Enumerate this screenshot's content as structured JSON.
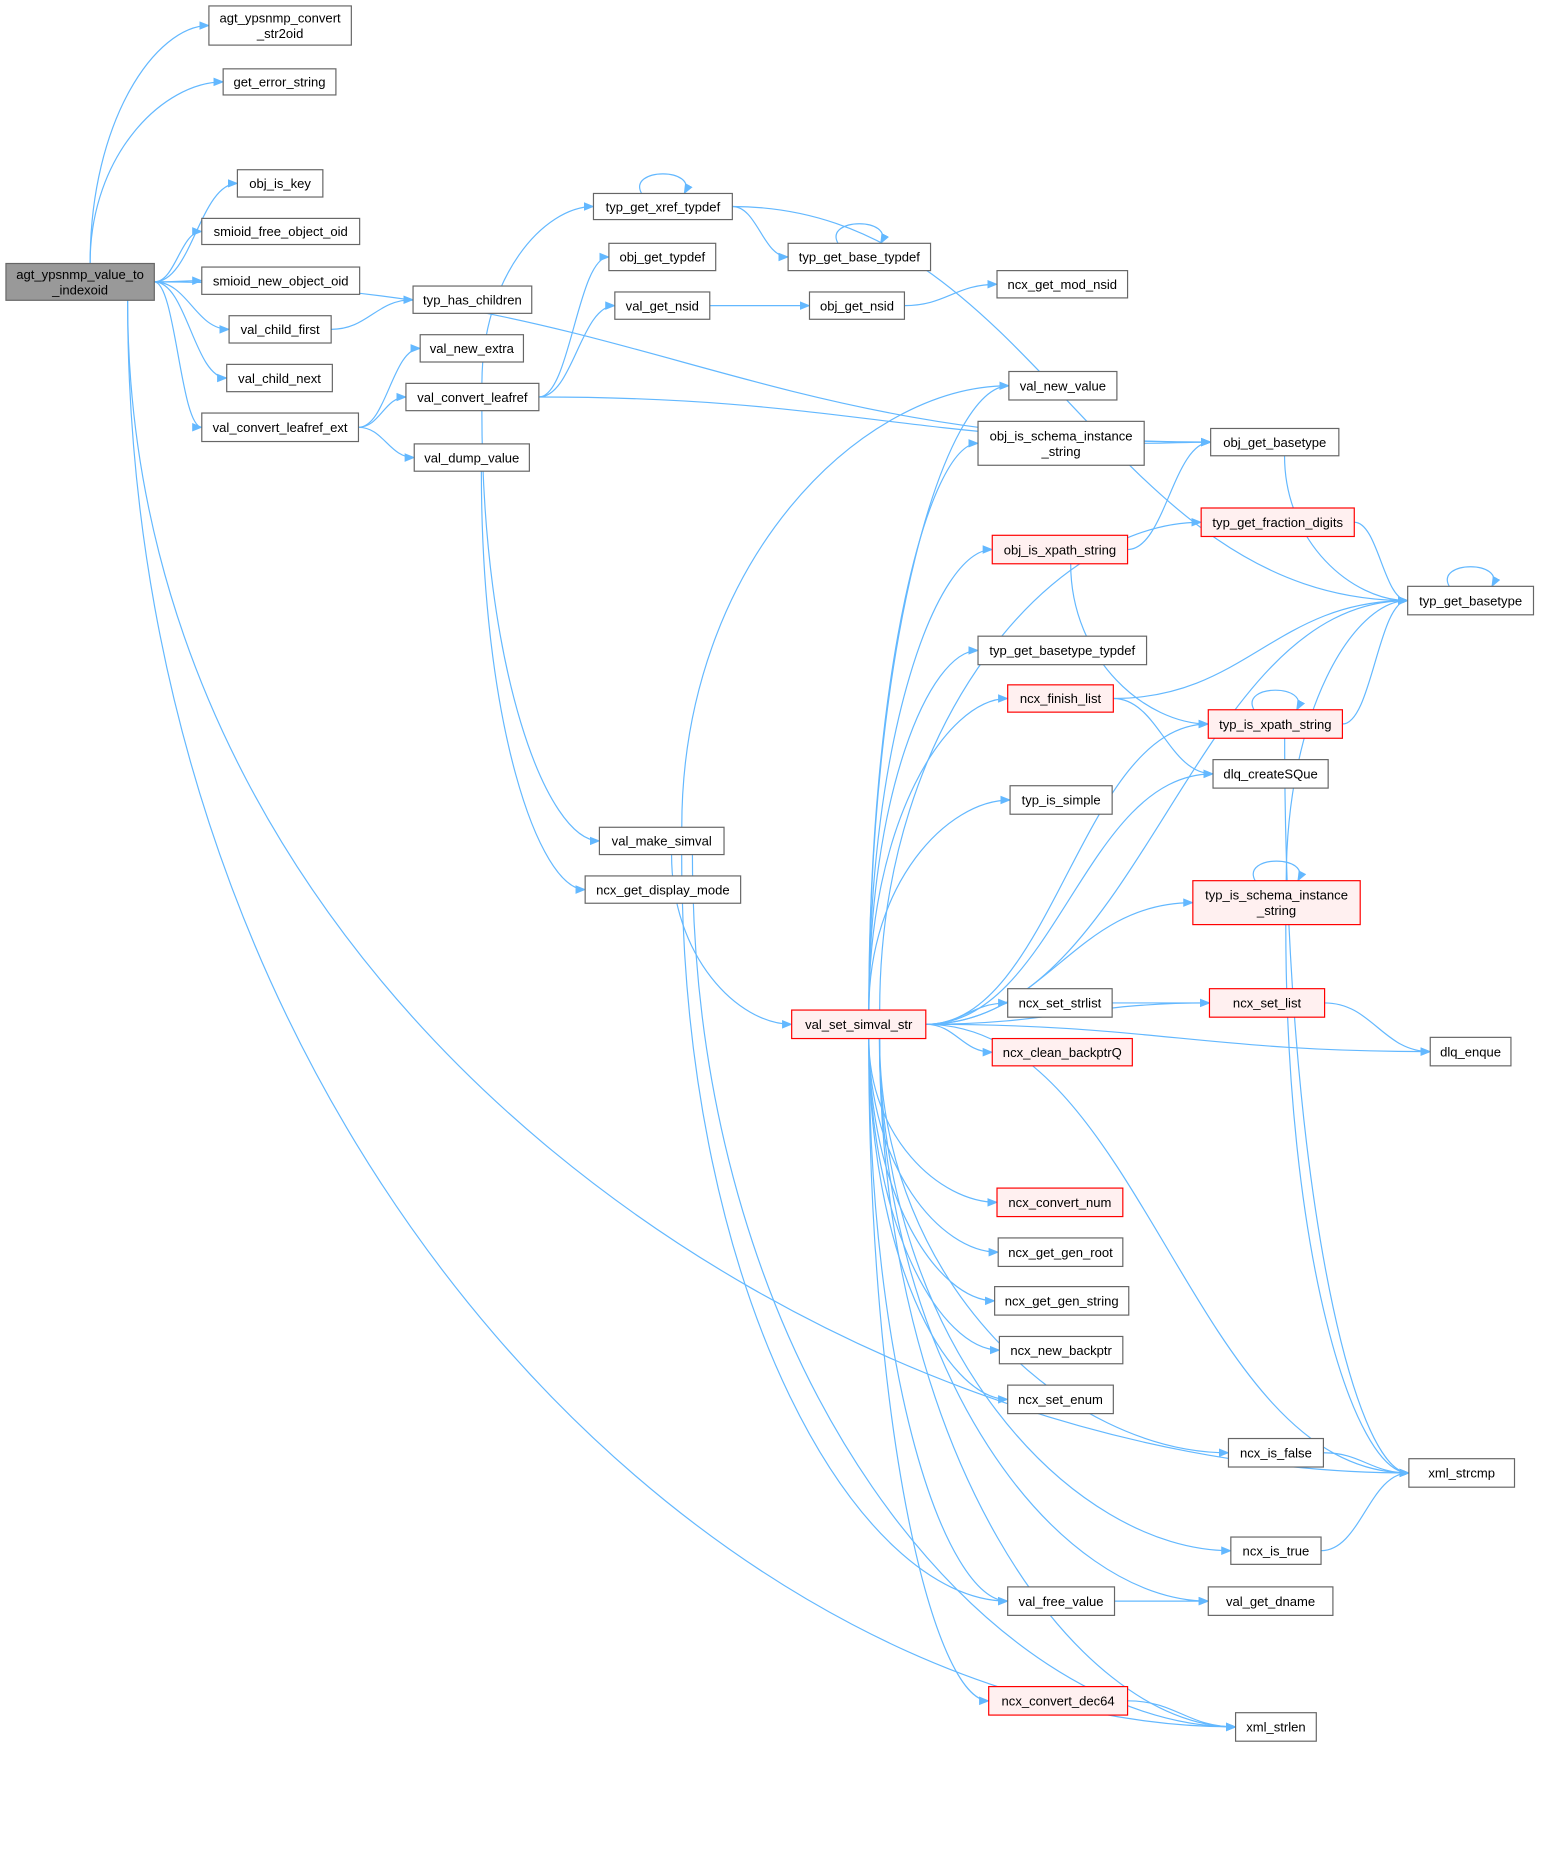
{
  "colors": {
    "edge": "#63b8ff",
    "root_fill": "#999999",
    "highlight_border": "#ff0000",
    "highlight_fill": "#fff0f0",
    "border": "#666666"
  },
  "nodes": [
    {
      "id": "root",
      "lines": [
        "agt_ypsnmp_value_to",
        "_indexoid"
      ],
      "style": "root"
    },
    {
      "id": "agt_ypsnmp_convert_str2oid",
      "lines": [
        "agt_ypsnmp_convert",
        "_str2oid"
      ],
      "style": "default"
    },
    {
      "id": "get_error_string",
      "lines": [
        "get_error_string"
      ],
      "style": "default"
    },
    {
      "id": "obj_is_key",
      "lines": [
        "obj_is_key"
      ],
      "style": "default"
    },
    {
      "id": "smioid_free_object_oid",
      "lines": [
        "smioid_free_object_oid"
      ],
      "style": "default"
    },
    {
      "id": "smioid_new_object_oid",
      "lines": [
        "smioid_new_object_oid"
      ],
      "style": "default"
    },
    {
      "id": "typ_has_children",
      "lines": [
        "typ_has_children"
      ],
      "style": "default"
    },
    {
      "id": "val_child_first",
      "lines": [
        "val_child_first"
      ],
      "style": "default"
    },
    {
      "id": "val_new_extra",
      "lines": [
        "val_new_extra"
      ],
      "style": "default"
    },
    {
      "id": "val_child_next",
      "lines": [
        "val_child_next"
      ],
      "style": "default"
    },
    {
      "id": "val_convert_leafref",
      "lines": [
        "val_convert_leafref"
      ],
      "style": "default"
    },
    {
      "id": "val_convert_leafref_ext",
      "lines": [
        "val_convert_leafref_ext"
      ],
      "style": "default"
    },
    {
      "id": "val_dump_value",
      "lines": [
        "val_dump_value"
      ],
      "style": "default"
    },
    {
      "id": "typ_get_xref_typdef",
      "lines": [
        "typ_get_xref_typdef"
      ],
      "style": "default"
    },
    {
      "id": "obj_get_typdef",
      "lines": [
        "obj_get_typdef"
      ],
      "style": "default"
    },
    {
      "id": "val_get_nsid",
      "lines": [
        "val_get_nsid"
      ],
      "style": "default"
    },
    {
      "id": "typ_get_base_typdef",
      "lines": [
        "typ_get_base_typdef"
      ],
      "style": "default"
    },
    {
      "id": "obj_get_nsid",
      "lines": [
        "obj_get_nsid"
      ],
      "style": "default"
    },
    {
      "id": "ncx_get_mod_nsid",
      "lines": [
        "ncx_get_mod_nsid"
      ],
      "style": "default"
    },
    {
      "id": "val_new_value",
      "lines": [
        "val_new_value"
      ],
      "style": "default"
    },
    {
      "id": "obj_is_schema_instance_string",
      "lines": [
        "obj_is_schema_instance",
        "_string"
      ],
      "style": "default"
    },
    {
      "id": "obj_get_basetype",
      "lines": [
        "obj_get_basetype"
      ],
      "style": "default"
    },
    {
      "id": "typ_get_fraction_digits",
      "lines": [
        "typ_get_fraction_digits"
      ],
      "style": "highlight"
    },
    {
      "id": "obj_is_xpath_string",
      "lines": [
        "obj_is_xpath_string"
      ],
      "style": "highlight"
    },
    {
      "id": "typ_get_basetype",
      "lines": [
        "typ_get_basetype"
      ],
      "style": "default"
    },
    {
      "id": "typ_get_basetype_typdef",
      "lines": [
        "typ_get_basetype_typdef"
      ],
      "style": "default"
    },
    {
      "id": "ncx_finish_list",
      "lines": [
        "ncx_finish_list"
      ],
      "style": "highlight"
    },
    {
      "id": "typ_is_xpath_string",
      "lines": [
        "typ_is_xpath_string"
      ],
      "style": "highlight"
    },
    {
      "id": "dlq_createSQue",
      "lines": [
        "dlq_createSQue"
      ],
      "style": "default"
    },
    {
      "id": "typ_is_simple",
      "lines": [
        "typ_is_simple"
      ],
      "style": "default"
    },
    {
      "id": "val_make_simval",
      "lines": [
        "val_make_simval"
      ],
      "style": "default"
    },
    {
      "id": "ncx_get_display_mode",
      "lines": [
        "ncx_get_display_mode"
      ],
      "style": "default"
    },
    {
      "id": "typ_is_schema_instance_string",
      "lines": [
        "typ_is_schema_instance",
        "_string"
      ],
      "style": "highlight"
    },
    {
      "id": "ncx_set_strlist",
      "lines": [
        "ncx_set_strlist"
      ],
      "style": "default"
    },
    {
      "id": "ncx_set_list",
      "lines": [
        "ncx_set_list"
      ],
      "style": "highlight"
    },
    {
      "id": "val_set_simval_str",
      "lines": [
        "val_set_simval_str"
      ],
      "style": "highlight"
    },
    {
      "id": "ncx_clean_backptrQ",
      "lines": [
        "ncx_clean_backptrQ"
      ],
      "style": "highlight"
    },
    {
      "id": "dlq_enque",
      "lines": [
        "dlq_enque"
      ],
      "style": "default"
    },
    {
      "id": "ncx_convert_num",
      "lines": [
        "ncx_convert_num"
      ],
      "style": "highlight"
    },
    {
      "id": "ncx_get_gen_root",
      "lines": [
        "ncx_get_gen_root"
      ],
      "style": "default"
    },
    {
      "id": "ncx_get_gen_string",
      "lines": [
        "ncx_get_gen_string"
      ],
      "style": "default"
    },
    {
      "id": "ncx_new_backptr",
      "lines": [
        "ncx_new_backptr"
      ],
      "style": "default"
    },
    {
      "id": "ncx_set_enum",
      "lines": [
        "ncx_set_enum"
      ],
      "style": "default"
    },
    {
      "id": "ncx_is_false",
      "lines": [
        "ncx_is_false"
      ],
      "style": "default"
    },
    {
      "id": "xml_strcmp",
      "lines": [
        "xml_strcmp"
      ],
      "style": "default"
    },
    {
      "id": "ncx_is_true",
      "lines": [
        "ncx_is_true"
      ],
      "style": "default"
    },
    {
      "id": "val_free_value",
      "lines": [
        "val_free_value"
      ],
      "style": "default"
    },
    {
      "id": "val_get_dname",
      "lines": [
        "val_get_dname"
      ],
      "style": "default"
    },
    {
      "id": "ncx_convert_dec64",
      "lines": [
        "ncx_convert_dec64"
      ],
      "style": "highlight"
    },
    {
      "id": "xml_strlen",
      "lines": [
        "xml_strlen"
      ],
      "style": "default"
    }
  ],
  "edges": [
    [
      "root",
      "agt_ypsnmp_convert_str2oid"
    ],
    [
      "root",
      "get_error_string"
    ],
    [
      "root",
      "obj_get_basetype"
    ],
    [
      "root",
      "obj_is_key"
    ],
    [
      "root",
      "smioid_free_object_oid"
    ],
    [
      "root",
      "smioid_new_object_oid"
    ],
    [
      "root",
      "val_child_first"
    ],
    [
      "root",
      "val_child_next"
    ],
    [
      "root",
      "val_convert_leafref_ext"
    ],
    [
      "root",
      "xml_strlen"
    ],
    [
      "root",
      "xml_strcmp"
    ],
    [
      "val_child_first",
      "typ_has_children"
    ],
    [
      "val_convert_leafref_ext",
      "val_new_extra"
    ],
    [
      "val_convert_leafref_ext",
      "val_convert_leafref"
    ],
    [
      "val_convert_leafref_ext",
      "val_dump_value"
    ],
    [
      "val_convert_leafref",
      "typ_get_xref_typdef"
    ],
    [
      "val_convert_leafref",
      "obj_get_typdef"
    ],
    [
      "val_convert_leafref",
      "val_get_nsid"
    ],
    [
      "val_convert_leafref",
      "obj_get_basetype"
    ],
    [
      "val_convert_leafref",
      "val_make_simval"
    ],
    [
      "val_dump_value",
      "ncx_get_display_mode"
    ],
    [
      "typ_get_xref_typdef",
      "typ_get_base_typdef"
    ],
    [
      "typ_get_xref_typdef",
      "typ_get_basetype"
    ],
    [
      "typ_get_xref_typdef",
      "typ_get_xref_typdef"
    ],
    [
      "typ_get_base_typdef",
      "typ_get_base_typdef"
    ],
    [
      "val_get_nsid",
      "obj_get_nsid"
    ],
    [
      "obj_get_nsid",
      "ncx_get_mod_nsid"
    ],
    [
      "val_make_simval",
      "val_new_value"
    ],
    [
      "val_make_simval",
      "val_set_simval_str"
    ],
    [
      "val_make_simval",
      "val_free_value"
    ],
    [
      "val_make_simval",
      "xml_strlen"
    ],
    [
      "obj_is_schema_instance_string",
      "obj_get_basetype"
    ],
    [
      "obj_get_basetype",
      "typ_get_basetype"
    ],
    [
      "typ_get_fraction_digits",
      "typ_get_basetype"
    ],
    [
      "obj_is_xpath_string",
      "obj_get_basetype"
    ],
    [
      "obj_is_xpath_string",
      "typ_is_xpath_string"
    ],
    [
      "ncx_finish_list",
      "typ_get_basetype"
    ],
    [
      "ncx_finish_list",
      "dlq_createSQue"
    ],
    [
      "typ_is_xpath_string",
      "typ_get_basetype"
    ],
    [
      "typ_is_xpath_string",
      "xml_strcmp"
    ],
    [
      "typ_is_xpath_string",
      "typ_is_xpath_string"
    ],
    [
      "typ_is_schema_instance_string",
      "typ_get_basetype"
    ],
    [
      "typ_is_schema_instance_string",
      "xml_strcmp"
    ],
    [
      "typ_is_schema_instance_string",
      "typ_is_schema_instance_string"
    ],
    [
      "typ_get_basetype",
      "typ_get_basetype"
    ],
    [
      "ncx_set_strlist",
      "ncx_set_list"
    ],
    [
      "ncx_set_list",
      "dlq_enque"
    ],
    [
      "ncx_is_false",
      "xml_strcmp"
    ],
    [
      "ncx_is_true",
      "xml_strcmp"
    ],
    [
      "val_free_value",
      "val_get_dname"
    ],
    [
      "ncx_convert_dec64",
      "xml_strlen"
    ],
    [
      "val_set_simval_str",
      "val_new_value"
    ],
    [
      "val_set_simval_str",
      "obj_is_schema_instance_string"
    ],
    [
      "val_set_simval_str",
      "typ_get_fraction_digits"
    ],
    [
      "val_set_simval_str",
      "obj_is_xpath_string"
    ],
    [
      "val_set_simval_str",
      "typ_get_basetype"
    ],
    [
      "val_set_simval_str",
      "typ_get_basetype_typdef"
    ],
    [
      "val_set_simval_str",
      "ncx_finish_list"
    ],
    [
      "val_set_simval_str",
      "dlq_createSQue"
    ],
    [
      "val_set_simval_str",
      "typ_is_simple"
    ],
    [
      "val_set_simval_str",
      "typ_is_xpath_string"
    ],
    [
      "val_set_simval_str",
      "typ_is_schema_instance_string"
    ],
    [
      "val_set_simval_str",
      "ncx_set_list"
    ],
    [
      "val_set_simval_str",
      "ncx_set_strlist"
    ],
    [
      "val_set_simval_str",
      "ncx_clean_backptrQ"
    ],
    [
      "val_set_simval_str",
      "dlq_enque"
    ],
    [
      "val_set_simval_str",
      "val_get_dname"
    ],
    [
      "val_set_simval_str",
      "ncx_convert_num"
    ],
    [
      "val_set_simval_str",
      "ncx_get_gen_root"
    ],
    [
      "val_set_simval_str",
      "ncx_get_gen_string"
    ],
    [
      "val_set_simval_str",
      "ncx_new_backptr"
    ],
    [
      "val_set_simval_str",
      "ncx_set_enum"
    ],
    [
      "val_set_simval_str",
      "ncx_is_false"
    ],
    [
      "val_set_simval_str",
      "xml_strcmp"
    ],
    [
      "val_set_simval_str",
      "ncx_is_true"
    ],
    [
      "val_set_simval_str",
      "val_free_value"
    ],
    [
      "val_set_simval_str",
      "ncx_convert_dec64"
    ],
    [
      "val_set_simval_str",
      "xml_strlen"
    ]
  ]
}
